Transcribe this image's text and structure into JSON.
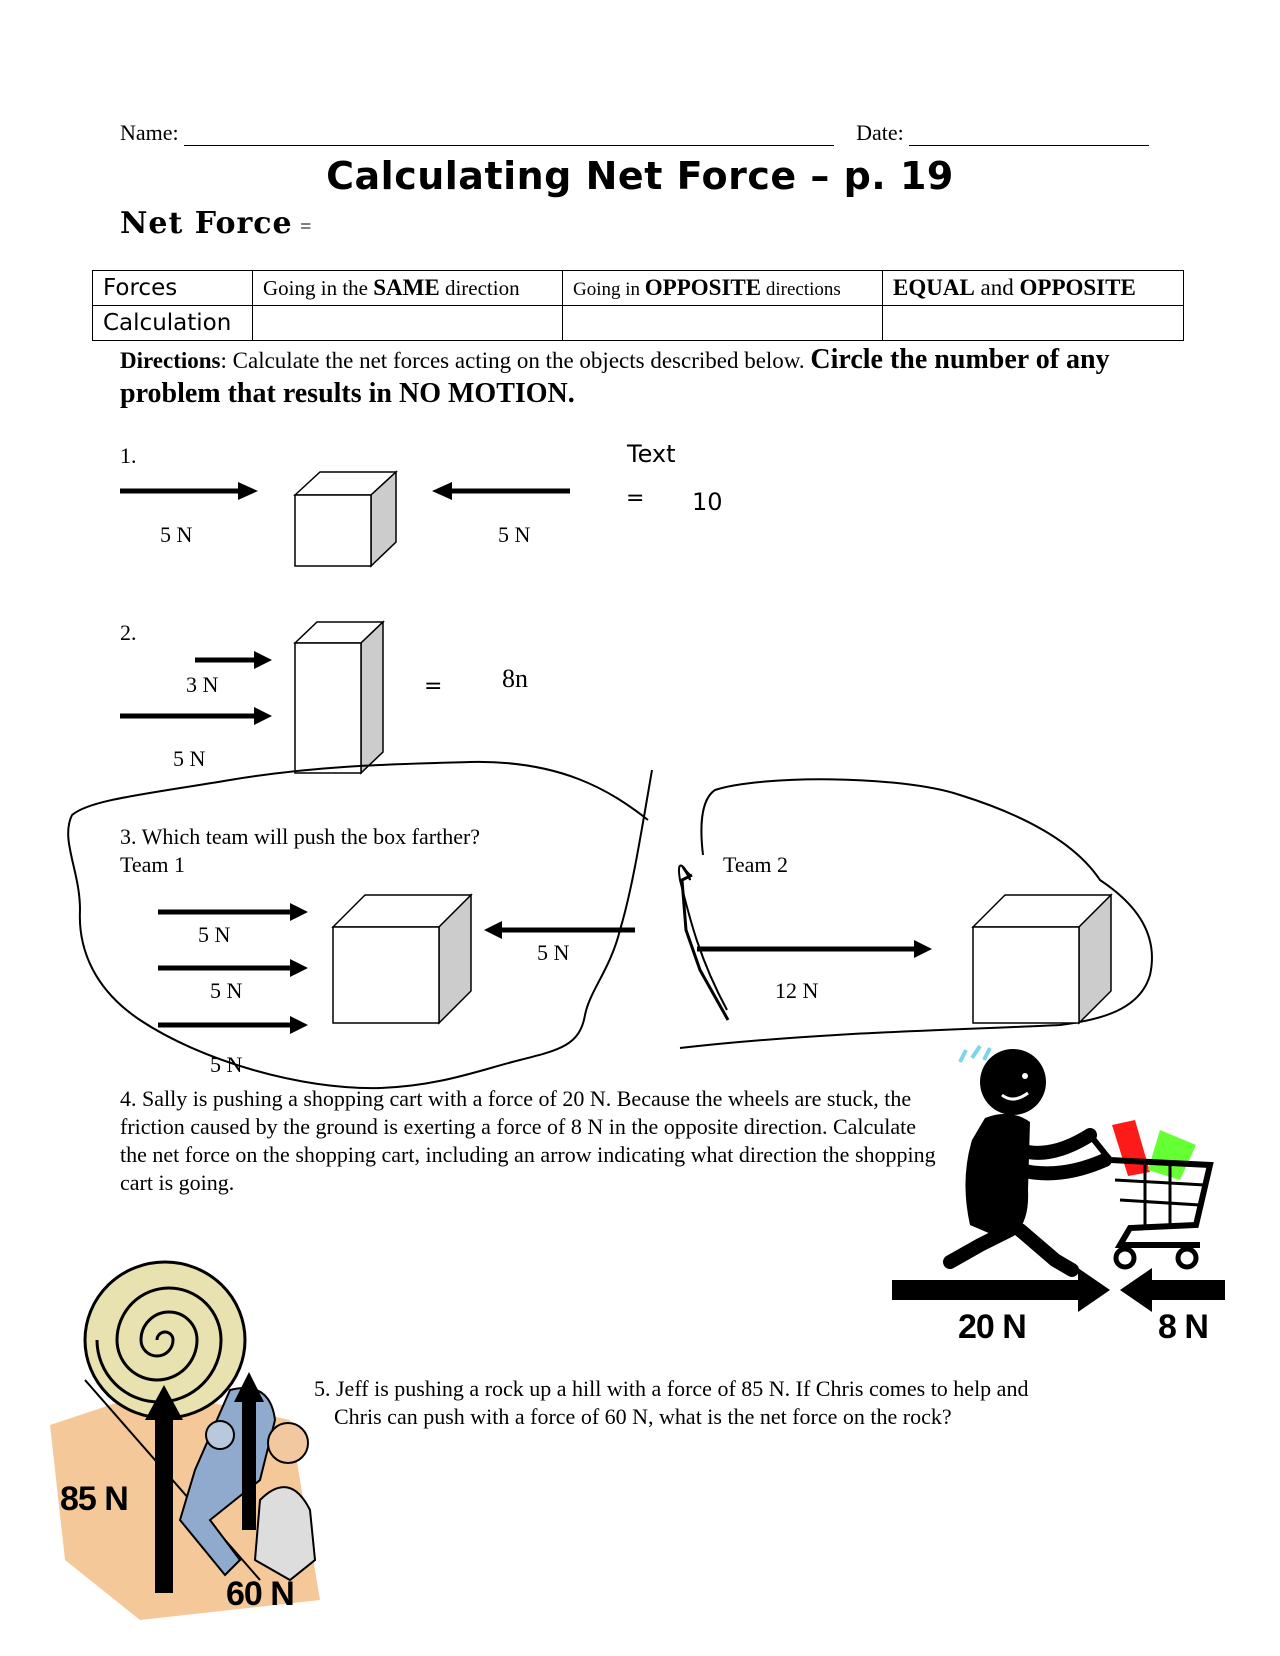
{
  "header": {
    "name_label": "Name:",
    "date_label": "Date:"
  },
  "title": "Calculating Net Force – p. 19",
  "definition": {
    "term": "Net Force",
    "equals": "="
  },
  "table": {
    "columns": [
      "Forces",
      "Going in the SAME direction",
      "Going in OPPOSITE directions",
      "EQUAL and OPPOSITE"
    ],
    "row2_label": "Calculation"
  },
  "directions": {
    "label": "Directions",
    "text": ": Calculate the net forces acting on the objects described below.  ",
    "emphasis": "Circle the number of any problem that results in NO MOTION."
  },
  "problems": {
    "p1": {
      "number": "1.",
      "left_force": "5 N",
      "right_force": "5 N",
      "answer_label": "Text",
      "equals": "=",
      "answer": "10"
    },
    "p2": {
      "number": "2.",
      "top_force": "3 N",
      "bottom_force": "5 N",
      "equals": "=",
      "answer": "8n"
    },
    "p3": {
      "question": "3. Which team will push the box farther?",
      "team1": "Team 1",
      "team1_forces": [
        "5 N",
        "5 N",
        "5 N"
      ],
      "team1_opposing": "5 N",
      "team2": "Team 2",
      "team2_force": "12 N"
    },
    "p4": {
      "text": "4. Sally is pushing a shopping cart with a force of 20 N.  Because the wheels are stuck, the friction caused by the ground is exerting a force of 8 N in the opposite direction.  Calculate the net force on the shopping cart, including an arrow indicating what direction the shopping cart is going.",
      "push_label": "20 N",
      "friction_label": "8 N"
    },
    "p5": {
      "line1": "5. Jeff is pushing a rock up a hill with a force of 85 N.  If Chris comes to help and",
      "line2": "Chris can push with a force of 60 N, what is the net force on the rock?",
      "jeff_label": "85 N",
      "chris_label": "60 N"
    }
  },
  "colors": {
    "ink": "#000000",
    "box_side": "#cccccc",
    "sand": "#f5c89a",
    "rock": "#e8e2b0",
    "cart_red": "#ff1a1a",
    "cart_green": "#66ff33",
    "sparkle": "#7fd4e8"
  }
}
